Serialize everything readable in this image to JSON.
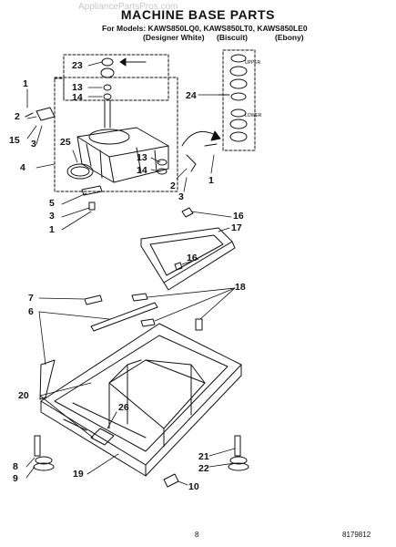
{
  "watermark": "AppliancePartsPros.com",
  "title": "MACHINE BASE PARTS",
  "models_line": "For Models: KAWS850LQ0, KAWS850LT0, KAWS850LE0",
  "variants": [
    "(Designer White)",
    "(Biscuit)",
    "(Ebony)"
  ],
  "callouts": [
    "1",
    "2",
    "15",
    "3",
    "4",
    "25",
    "23",
    "13",
    "14",
    "24",
    "13",
    "14",
    "2",
    "3",
    "1",
    "5",
    "3",
    "1",
    "16",
    "17",
    "16",
    "7",
    "6",
    "18",
    "20",
    "26",
    "8",
    "9",
    "19",
    "21",
    "22",
    "10"
  ],
  "side_labels": [
    "UPPER",
    "LOWER"
  ],
  "page_number": "8",
  "document_number": "8179812"
}
